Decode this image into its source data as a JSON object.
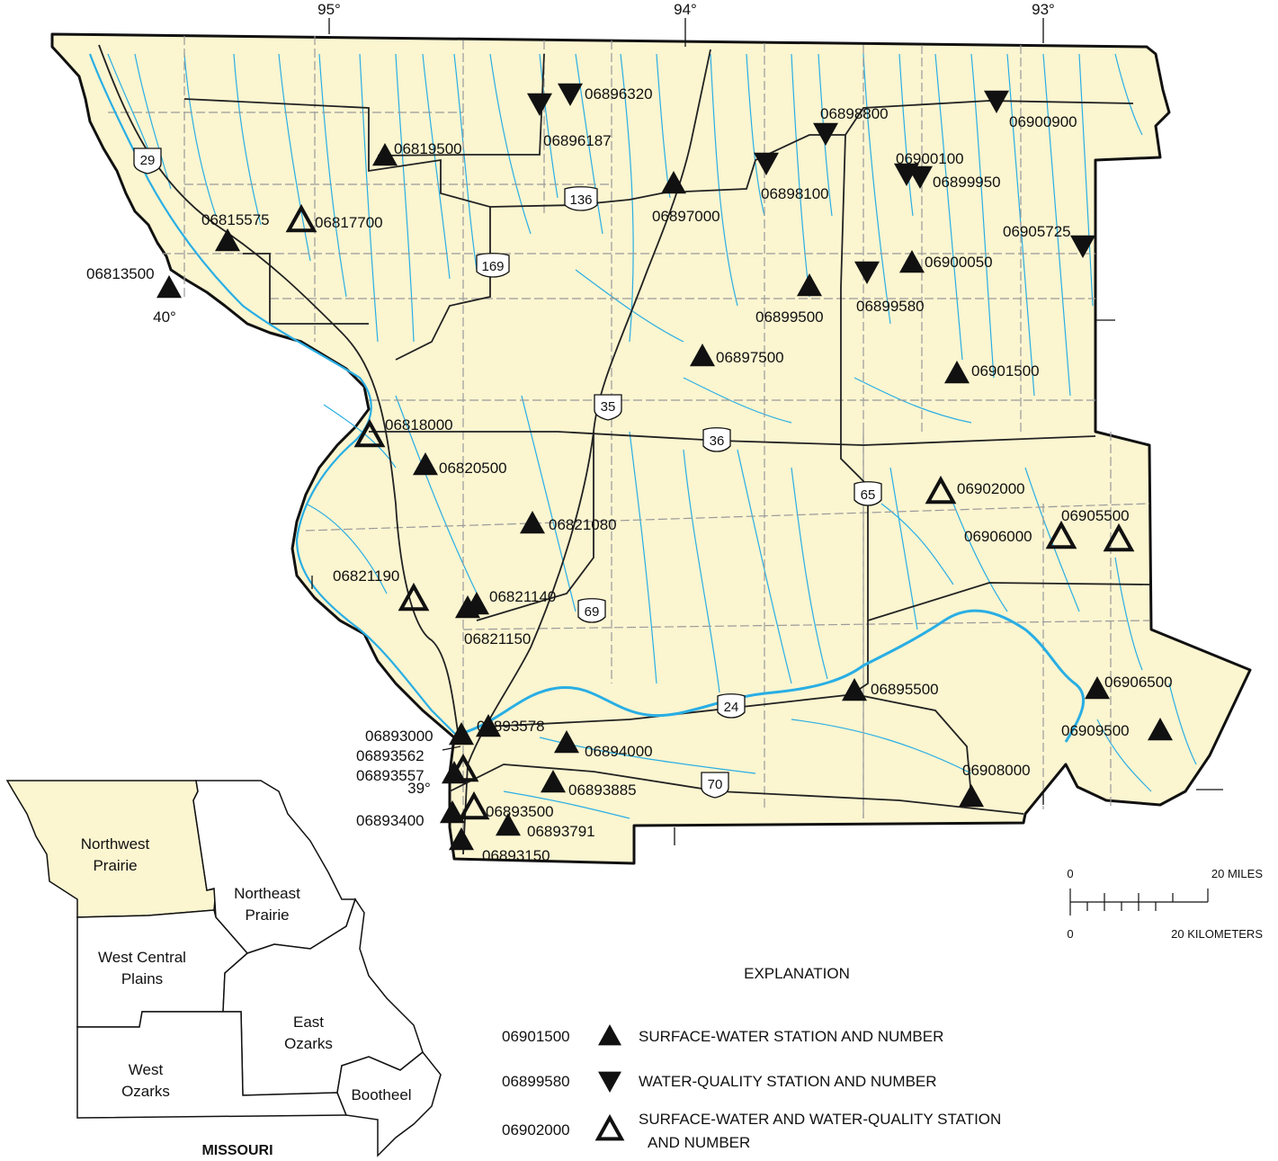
{
  "map": {
    "longitudes": [
      "95°",
      "94°",
      "93°"
    ],
    "latitudes": [
      "40°",
      "39°"
    ],
    "highways": [
      "29",
      "136",
      "169",
      "35",
      "36",
      "65",
      "69",
      "24",
      "70"
    ],
    "stations": [
      {
        "id": "06896320",
        "type": "wq"
      },
      {
        "id": "06896187",
        "type": "wq"
      },
      {
        "id": "06898800",
        "type": "wq"
      },
      {
        "id": "06900900",
        "type": "wq"
      },
      {
        "id": "06819500",
        "type": "sw"
      },
      {
        "id": "06898100",
        "type": "wq"
      },
      {
        "id": "06900100",
        "type": "wq"
      },
      {
        "id": "06899950",
        "type": "wq"
      },
      {
        "id": "06897000",
        "type": "sw"
      },
      {
        "id": "06815575",
        "type": "sw"
      },
      {
        "id": "06817700",
        "type": "both"
      },
      {
        "id": "06905725",
        "type": "wq"
      },
      {
        "id": "06900050",
        "type": "sw"
      },
      {
        "id": "06813500",
        "type": "sw"
      },
      {
        "id": "06899580",
        "type": "wq"
      },
      {
        "id": "06899500",
        "type": "sw"
      },
      {
        "id": "06897500",
        "type": "sw"
      },
      {
        "id": "06901500",
        "type": "sw"
      },
      {
        "id": "06818000",
        "type": "both"
      },
      {
        "id": "06820500",
        "type": "sw"
      },
      {
        "id": "06902000",
        "type": "both"
      },
      {
        "id": "06821080",
        "type": "sw"
      },
      {
        "id": "06905500",
        "type": "both"
      },
      {
        "id": "06906000",
        "type": "both"
      },
      {
        "id": "06821190",
        "type": "both"
      },
      {
        "id": "06821140",
        "type": "sw"
      },
      {
        "id": "06821150",
        "type": "sw"
      },
      {
        "id": "06895500",
        "type": "sw"
      },
      {
        "id": "06906500",
        "type": "sw"
      },
      {
        "id": "06893000",
        "type": "sw"
      },
      {
        "id": "06893578",
        "type": "sw"
      },
      {
        "id": "06894000",
        "type": "sw"
      },
      {
        "id": "06909500",
        "type": "sw"
      },
      {
        "id": "06893562",
        "type": "both"
      },
      {
        "id": "06893557",
        "type": "sw"
      },
      {
        "id": "06908000",
        "type": "sw"
      },
      {
        "id": "06893885",
        "type": "sw"
      },
      {
        "id": "06893500",
        "type": "both"
      },
      {
        "id": "06893400",
        "type": "sw"
      },
      {
        "id": "06893791",
        "type": "sw"
      },
      {
        "id": "06893150",
        "type": "sw"
      }
    ]
  },
  "scale": {
    "zero": "0",
    "miles": "20 MILES",
    "km": "20 KILOMETERS"
  },
  "inset": {
    "title": "MISSOURI",
    "regions": [
      {
        "line1": "Northwest",
        "line2": "Prairie",
        "highlight": true
      },
      {
        "line1": "Northeast",
        "line2": "Prairie",
        "highlight": false
      },
      {
        "line1": "West Central",
        "line2": "Plains",
        "highlight": false
      },
      {
        "line1": "East",
        "line2": "Ozarks",
        "highlight": false
      },
      {
        "line1": "West",
        "line2": "Ozarks",
        "highlight": false
      },
      {
        "line1": "Bootheel",
        "line2": "",
        "highlight": false
      }
    ]
  },
  "legend": {
    "title": "EXPLANATION",
    "items": [
      {
        "number": "06901500",
        "symbol": "sw",
        "text": "SURFACE-WATER STATION AND NUMBER",
        "text2": ""
      },
      {
        "number": "06899580",
        "symbol": "wq",
        "text": "WATER-QUALITY STATION AND NUMBER",
        "text2": ""
      },
      {
        "number": "06902000",
        "symbol": "both",
        "text": "SURFACE-WATER AND WATER-QUALITY STATION",
        "text2": "AND NUMBER"
      }
    ]
  },
  "colors": {
    "land": "#fbf5d0",
    "water": "#29aee4",
    "boundary": "#111111",
    "county": "#999999",
    "road": "#222222"
  }
}
